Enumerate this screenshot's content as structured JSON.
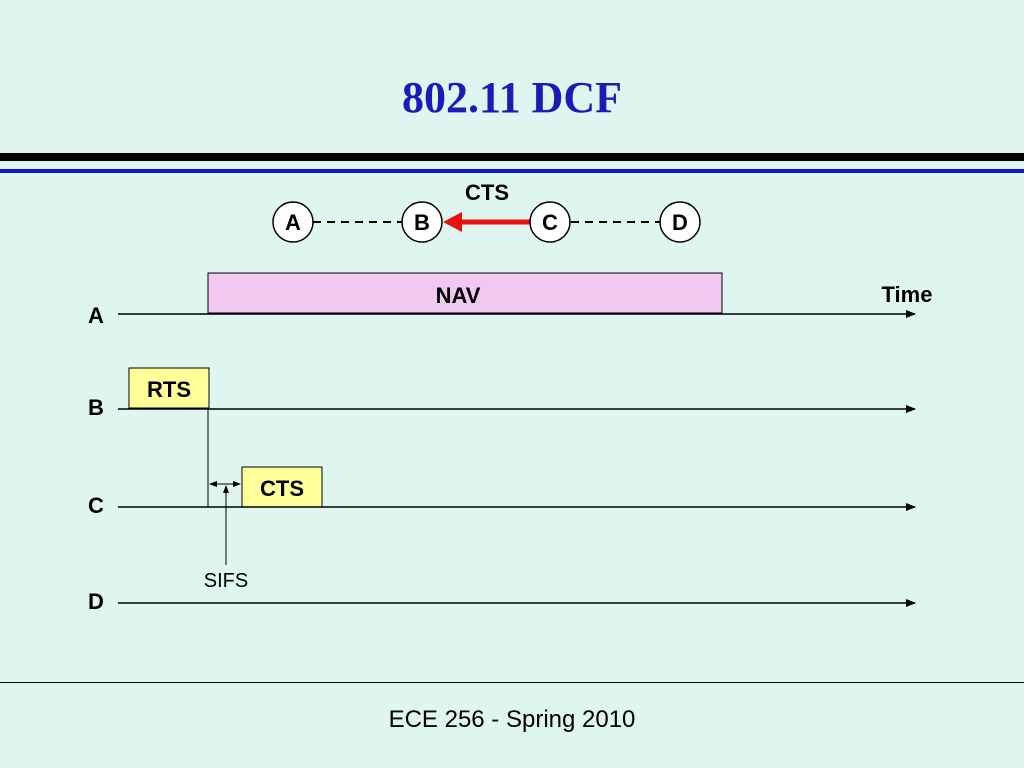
{
  "slide": {
    "title": "802.11 DCF",
    "footer": "ECE 256 - Spring 2010"
  },
  "topology": {
    "nodes": [
      "A",
      "B",
      "C",
      "D"
    ],
    "message_label": "CTS",
    "arrow_color": "#e81010"
  },
  "timeline": {
    "time_label": "Time",
    "rows": [
      "A",
      "B",
      "C",
      "D"
    ],
    "nav_label": "NAV",
    "rts_label": "RTS",
    "cts_label": "CTS",
    "sifs_label": "SIFS",
    "nav_color": "#f0c8f0",
    "frame_color": "#ffff99"
  },
  "colors": {
    "background": "#dff5ef",
    "title": "#1b1bb8",
    "rule_blue": "#1414c8"
  }
}
